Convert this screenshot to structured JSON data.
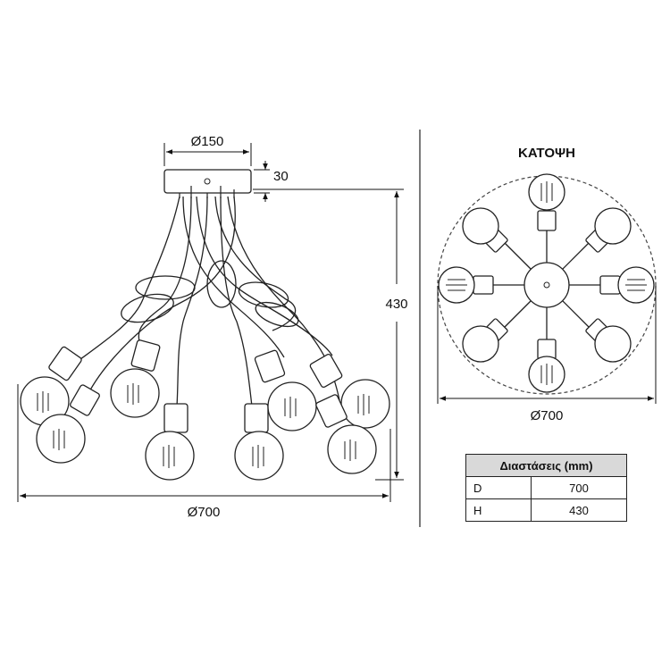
{
  "front_view": {
    "canopy_diameter": "Ø150",
    "canopy_height": "30",
    "total_height": "430",
    "diameter": "Ø700"
  },
  "plan_view": {
    "title": "ΚΑΤΟΨΗ",
    "diameter": "Ø700"
  },
  "table": {
    "header": "Διαστάσεις (mm)",
    "rows": [
      {
        "key": "D",
        "value": "700"
      },
      {
        "key": "H",
        "value": "430"
      }
    ]
  }
}
